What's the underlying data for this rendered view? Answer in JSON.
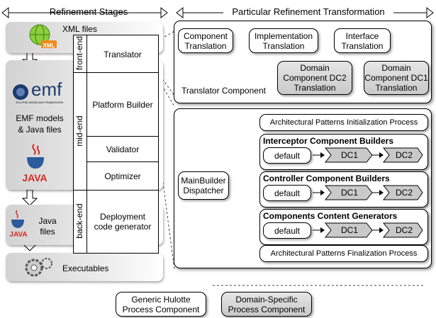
{
  "headers": {
    "refinement_stages": "Refinement Stages",
    "particular_transformation": "Particular Refinement Transformation"
  },
  "left_panel": {
    "xml_files": "XML files",
    "xml_badge": "XML",
    "emf_logo": "emf",
    "emf_tagline": "ECLIPSE MODELING FRAMEWORK",
    "emf_models": "EMF models",
    "java_files_line": "& Java files",
    "java_logo": "JAVA",
    "java_label_1": "Java",
    "java_label_2": "files",
    "executables": "Executables"
  },
  "stages": {
    "front_end": "front-end",
    "mid_end": "mid-end",
    "back_end": "back-end",
    "translator": "Translator",
    "platform_builder": "Platform Builder",
    "validator": "Validator",
    "optimizer": "Optimizer",
    "deployment_1": "Deployment",
    "deployment_2": "code generator"
  },
  "translator_component": {
    "label": "Translator Component",
    "component_translation": [
      "Component",
      "Translation"
    ],
    "implementation_translation": [
      "Implementation",
      "Translation"
    ],
    "interface_translation": [
      "Interface",
      "Translation"
    ],
    "dc1_translation": [
      "Domain",
      "Component DC1",
      "Translation"
    ],
    "dc2_translation": [
      "Domain",
      "Component DC2",
      "Translation"
    ]
  },
  "builder": {
    "dispatcher": [
      "MainBuilder",
      "Dispatcher"
    ],
    "init_process": "Architectural Patterns Initialization Process",
    "final_process": "Architectural Patterns Finalization Process",
    "groups": [
      {
        "title": "Interceptor Component Builders",
        "default": "default",
        "dc1": "DC1",
        "dc2": "DC2"
      },
      {
        "title": "Controller Component Builders",
        "default": "default",
        "dc1": "DC1",
        "dc2": "DC2"
      },
      {
        "title": "Components Content Generators",
        "default": "default",
        "dc1": "DC1",
        "dc2": "DC2"
      }
    ]
  },
  "legend": {
    "generic": [
      "Generic Hulotte",
      "Process Component"
    ],
    "domain": [
      "Domain-Specific",
      "Process Component"
    ]
  },
  "colors": {
    "panel_grey": "#d2d2d2",
    "domain_box_grey": "#c9c9c9",
    "xml_green": "#6bb52a",
    "emf_blue": "#1c3a6e",
    "java_red": "#d42a20"
  }
}
